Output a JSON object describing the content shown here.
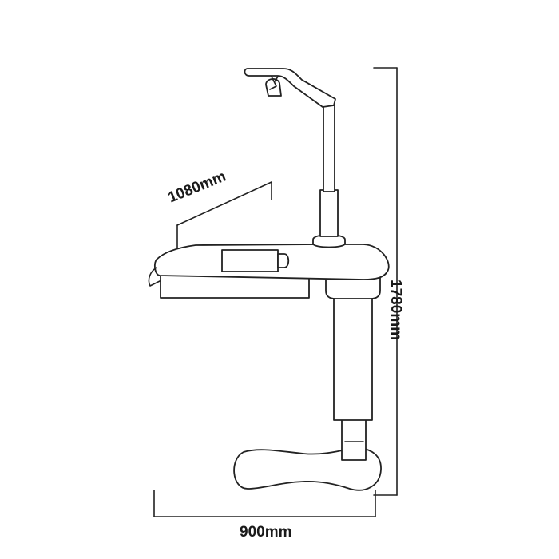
{
  "dimensions": {
    "depth": "1080mm",
    "height": "1780mm",
    "width": "900mm"
  },
  "colors": {
    "line": "#222222",
    "background": "#ffffff"
  }
}
